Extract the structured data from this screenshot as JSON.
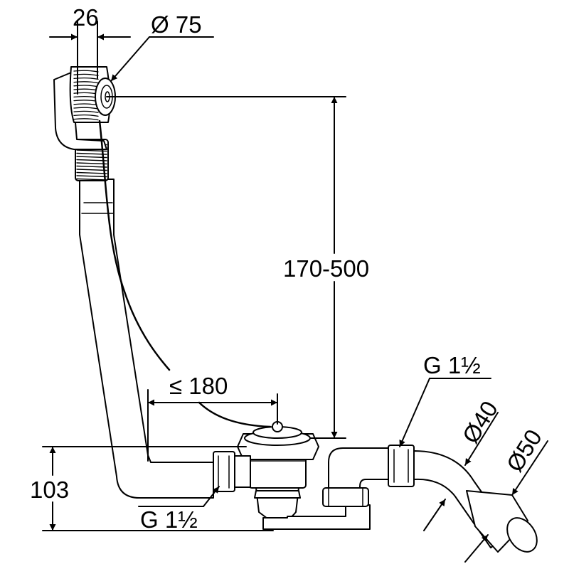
{
  "dimensions": {
    "overflow_depth": "26",
    "overflow_diameter": "Ø 75",
    "height_range": "170-500",
    "cable_length": "≤ 180",
    "thread_outlet": "G 1½",
    "thread_waste": "G 1½",
    "height_waste": "103",
    "pipe_inner": "Ø40",
    "pipe_outer": "Ø50"
  }
}
